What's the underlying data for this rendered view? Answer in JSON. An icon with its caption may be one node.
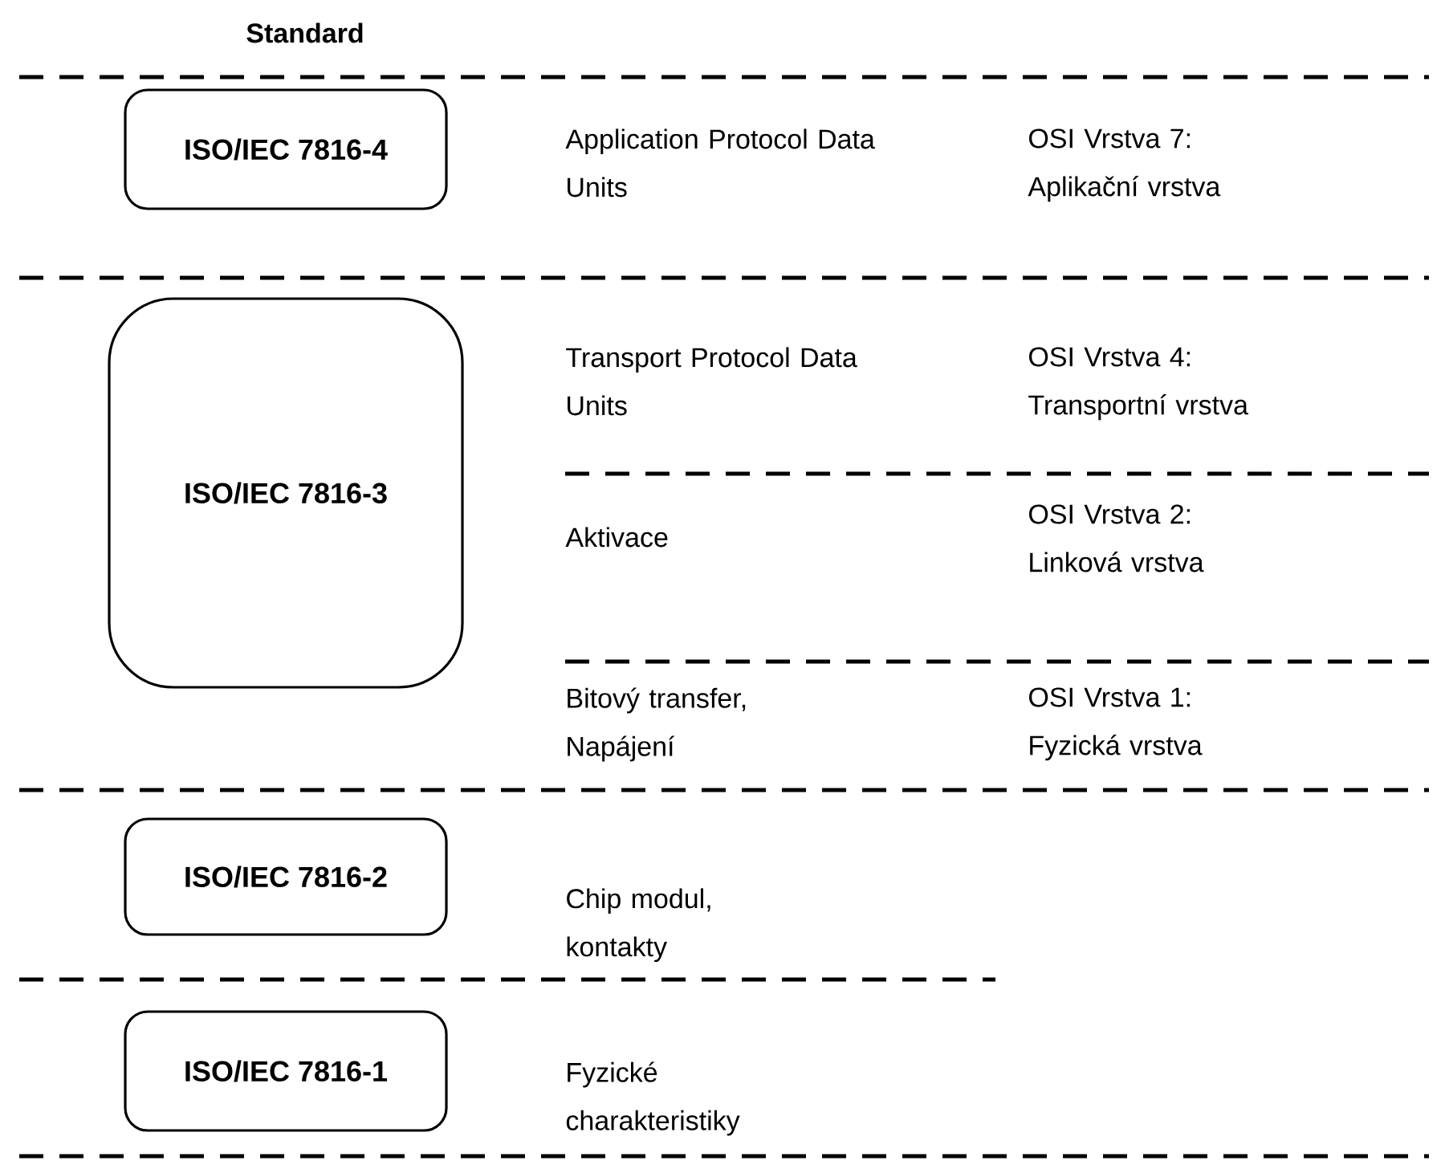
{
  "diagram": {
    "nodes": [
      {
        "text": [
          "ISO/IEC 7816-4"
        ]
      },
      {
        "text": [
          "ISO/IEC 7816-3"
        ]
      },
      {
        "text": [
          "ISO/IEC 7816-2"
        ]
      },
      {
        "text": [
          "ISO/IEC 7816-1"
        ]
      }
    ],
    "labels": [
      "Standard",
      "Application Protocol Data Units",
      "OSI Vrstva 7: Aplikační vrstva",
      "Transport Protocol Data Units",
      "OSI Vrstva 4: Transportní vrstva",
      "Aktivace",
      "OSI Vrstva 2: Linková vrstva",
      "Bitový transfer, Napájení",
      "OSI Vrstva 1: Fyzická vrstva",
      "Chip modul, kontakty",
      "Fyzické charakteristiky"
    ]
  }
}
